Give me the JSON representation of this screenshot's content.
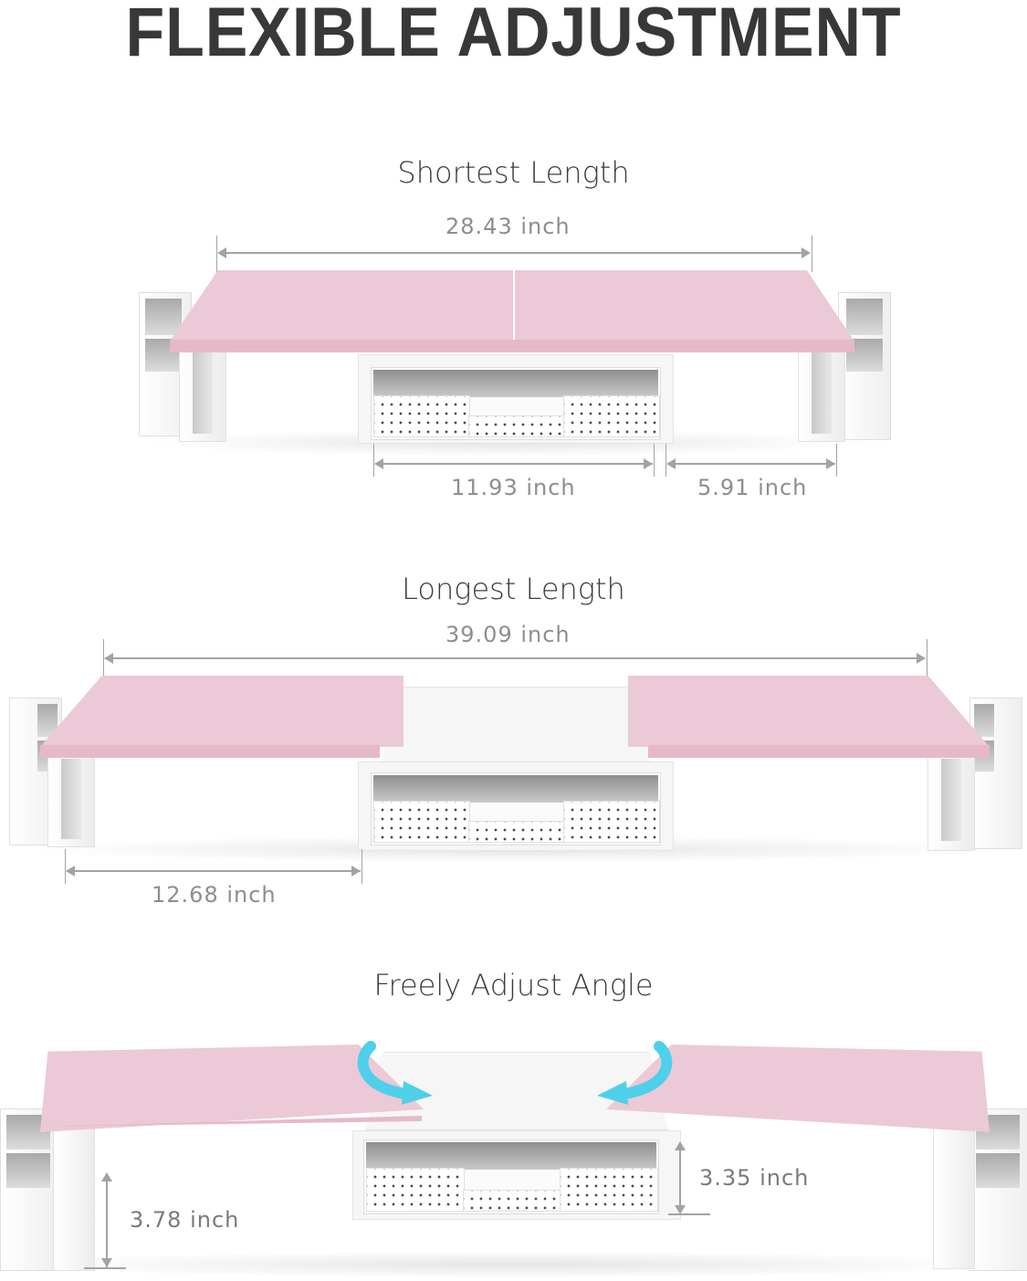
{
  "header": {
    "title": "FLEXIBLE ADJUSTMENT"
  },
  "sections": [
    {
      "title": "Shortest Length",
      "dimensions": {
        "total_width": "28.43 inch",
        "drawer_width": "11.93 inch",
        "side_gap": "5.91 inch"
      }
    },
    {
      "title": "Longest Length",
      "dimensions": {
        "total_width": "39.09 inch",
        "side_width": "12.68 inch"
      }
    },
    {
      "title": "Freely Adjust Angle",
      "dimensions": {
        "center_height": "3.35 inch",
        "side_height": "3.78 inch"
      }
    }
  ],
  "colors": {
    "top_pink": "#ecc9d6",
    "frame_white": "#f6f6f6",
    "dimension_gray": "#a3a3a3",
    "rotate_arrow_cyan": "#4fd0ea",
    "title_dark": "#38383a"
  }
}
